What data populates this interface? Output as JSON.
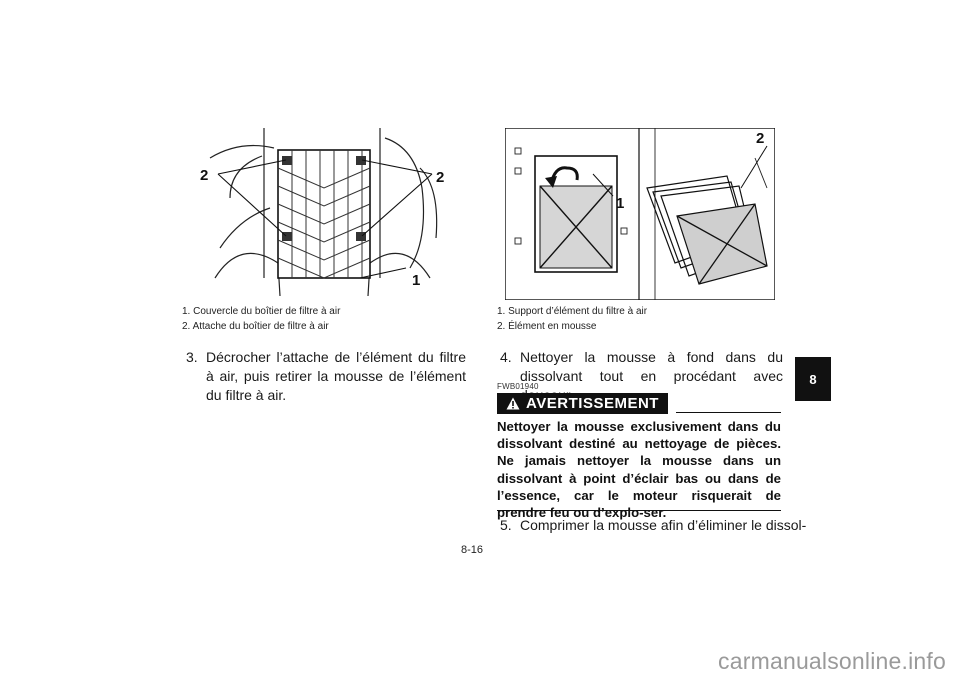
{
  "figure_left": {
    "callouts": [
      "2",
      "2",
      "1"
    ],
    "captions": [
      "1. Couvercle du boîtier de filtre à air",
      "2. Attache du boîtier de filtre à air"
    ]
  },
  "figure_right": {
    "callouts": [
      "1",
      "2"
    ],
    "captions": [
      "1. Support d’élément du filtre à air",
      "2. Élément en mousse"
    ]
  },
  "step3": {
    "number": "3.",
    "text": "Décrocher l’attache de l’élément du filtre à air, puis retirer la mousse de l’élément du filtre à air."
  },
  "step4": {
    "number": "4.",
    "text": "Nettoyer la mousse à fond dans du dissolvant tout en procédant avec douceur."
  },
  "warning": {
    "code": "FWB01940",
    "label": "AVERTISSEMENT",
    "icon": "warning-triangle-icon",
    "text": "Nettoyer la mousse exclusivement dans du dissolvant destiné au nettoyage de pièces. Ne jamais nettoyer la mousse dans un dissolvant à point d’éclair bas ou dans de l’essence, car le moteur risquerait de prendre feu ou d’explo-ser."
  },
  "step5": {
    "number": "5.",
    "text": "Comprimer la mousse afin d’éliminer le dissol-"
  },
  "chapter_tab": "8",
  "page_number": "8-16",
  "footer": "carmanualsonline.info"
}
